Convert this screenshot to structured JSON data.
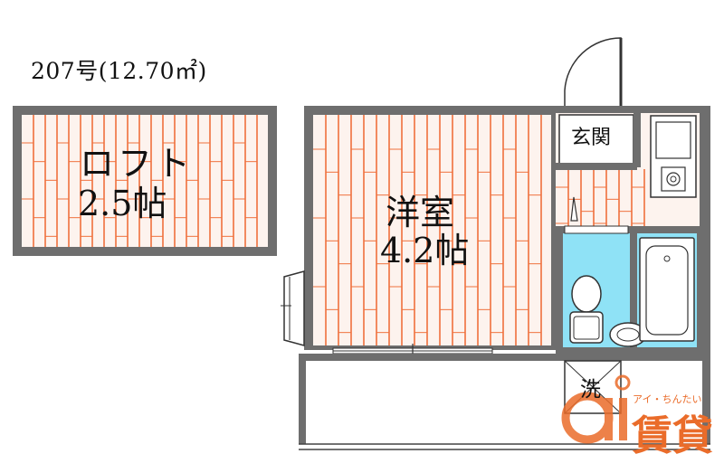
{
  "unit": {
    "title": "207号(12.70㎡)"
  },
  "rooms": {
    "loft": {
      "name": "ロフト",
      "size": "2.5帖"
    },
    "western": {
      "name": "洋室",
      "size": "4.2帖"
    },
    "entrance": {
      "name": "玄関"
    },
    "washer": {
      "name": "洗"
    }
  },
  "watermark": {
    "tagline": "アイ・ちんたい",
    "brand": "ai",
    "brand_kanji": "賃貸"
  },
  "colors": {
    "wall": "#6e6e6e",
    "floor_plank": "#f0703c",
    "floor_bg": "#fdf3ee",
    "bathroom": "#8fe2f6",
    "watermark": "#ea6c2a"
  }
}
